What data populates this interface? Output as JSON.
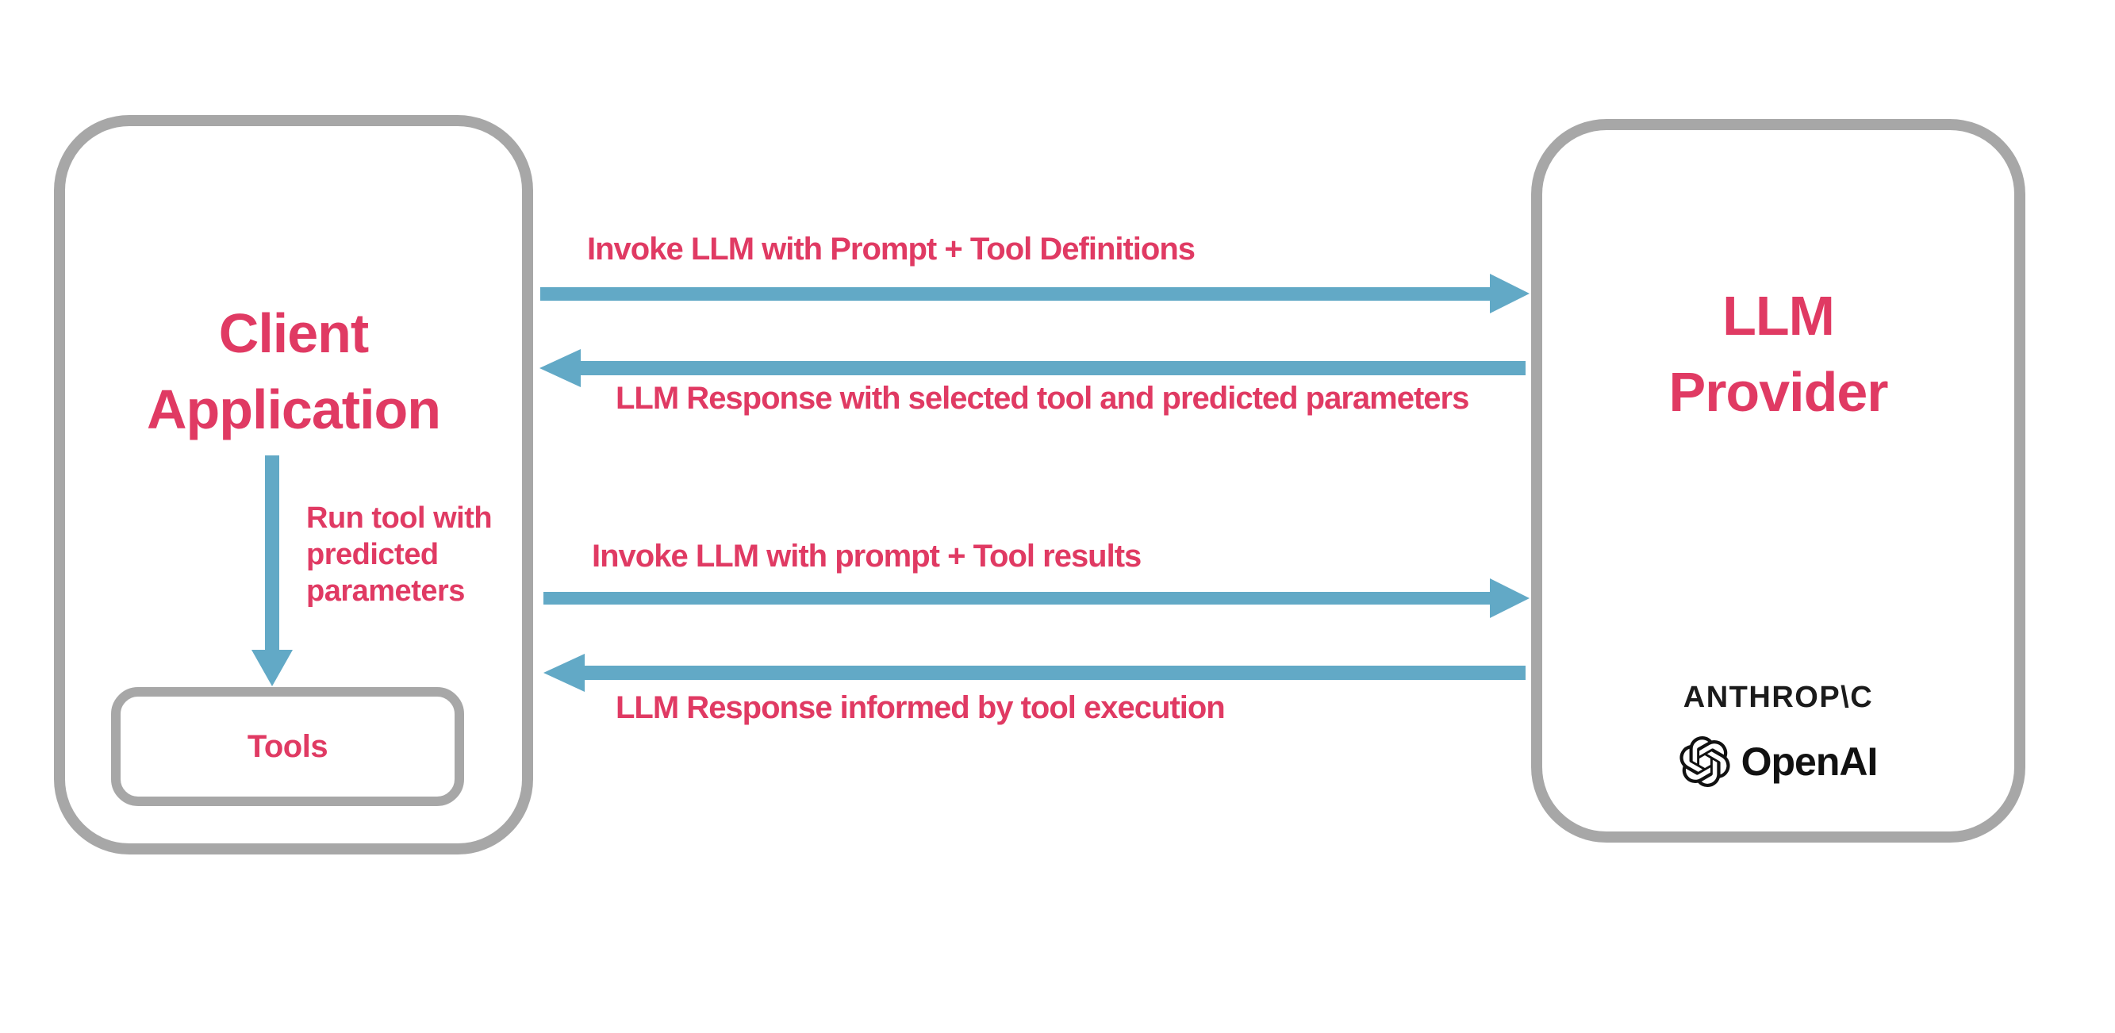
{
  "colors": {
    "accent_pink": "#e03a63",
    "arrow_blue": "#62a9c6",
    "border_gray": "#a7a7a7",
    "logo_black": "#1b1b1b",
    "background": "#ffffff"
  },
  "client_box": {
    "title": "Client\nApplication"
  },
  "tools_box": {
    "label": "Tools"
  },
  "llm_box": {
    "title": "LLM\nProvider",
    "anthropic_logo_text": "ANTHROP\\C",
    "openai_logo_text": "OpenAI"
  },
  "flows": {
    "invoke1": "Invoke LLM with Prompt + Tool Definitions",
    "response1": "LLM Response with selected tool and predicted parameters",
    "invoke2": "Invoke LLM with prompt + Tool results",
    "response2": "LLM Response informed by tool execution",
    "run_tool": "Run tool with\npredicted\nparameters"
  }
}
